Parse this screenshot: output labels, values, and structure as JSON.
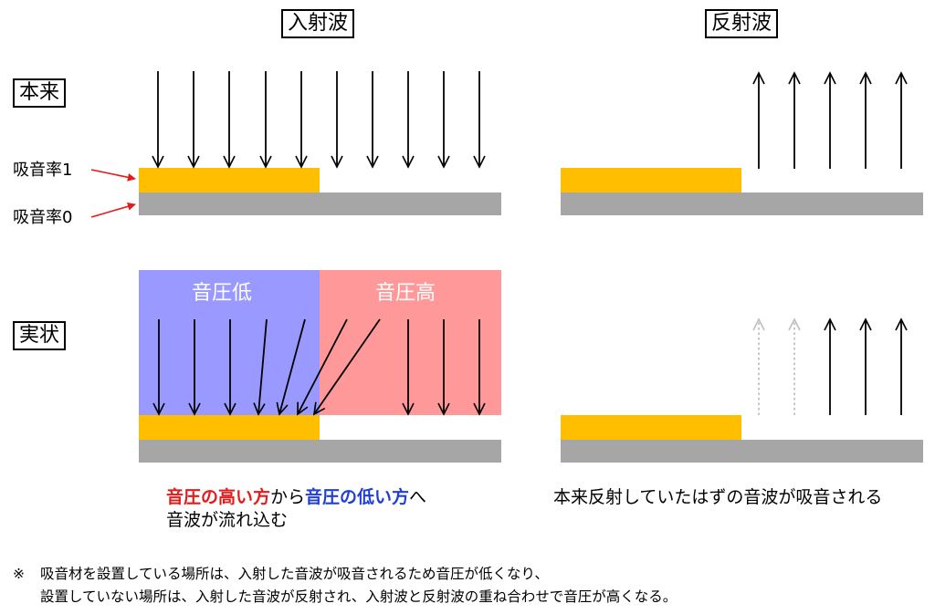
{
  "headers": {
    "incident": "入射波",
    "reflected": "反射波"
  },
  "rows": {
    "ideal": "本来",
    "actual": "実状"
  },
  "materials": {
    "absorption_1": "吸音率1",
    "absorption_0": "吸音率0"
  },
  "zones": {
    "low_pressure": "音圧低",
    "high_pressure": "音圧高"
  },
  "captions": {
    "flow_part1": "音圧の高い方",
    "flow_part2": "から",
    "flow_part3": "音圧の低い方",
    "flow_part4": "へ",
    "flow_line2": "音波が流れ込む",
    "absorbed": "本来反射していたはずの音波が吸音される"
  },
  "note": {
    "mark": "※",
    "line1": "吸音材を設置している場所は、入射した音波が吸音されるため音圧が低くなり、",
    "line2": "設置していない場所は、入射した音波が反射され、入射波と反射波の重ね合わせで音圧が高くなる。"
  },
  "colors": {
    "absorber": "#ffbf00",
    "floor": "#a6a6a6",
    "low_zone": "#9999ff",
    "high_zone": "#ff9999",
    "pointer": "#e31b1b",
    "faded_arrow": "#bfbfbf"
  }
}
